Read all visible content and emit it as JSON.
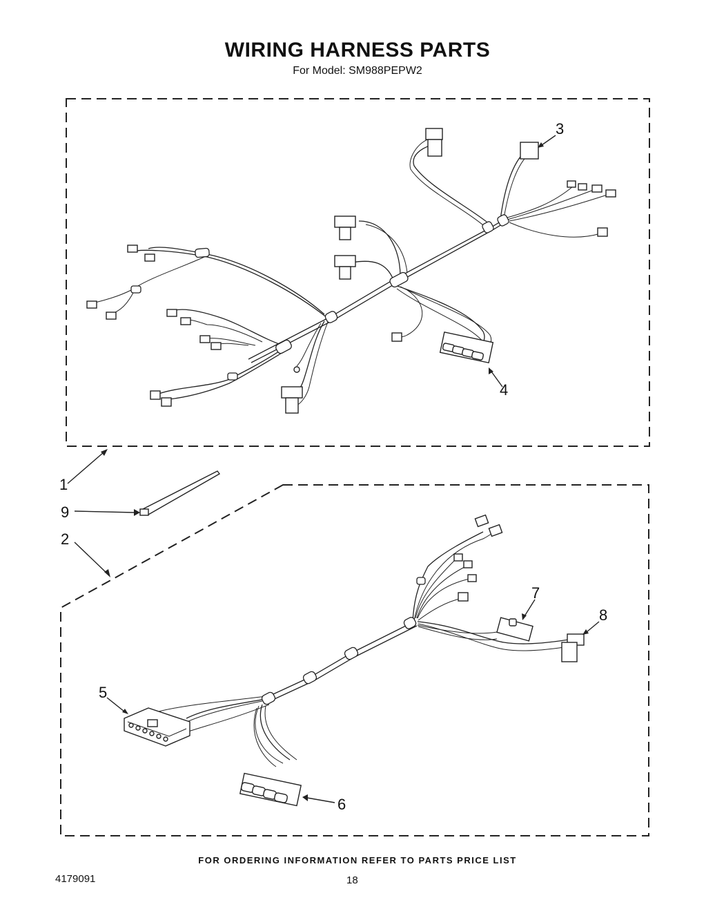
{
  "title": "WIRING HARNESS PARTS",
  "subtitle": "For Model: SM988PEPW2",
  "footer_note": "FOR ORDERING INFORMATION REFER TO PARTS PRICE LIST",
  "doc_number": "4179091",
  "page_number": "18",
  "callouts": [
    "1",
    "2",
    "3",
    "4",
    "5",
    "6",
    "7",
    "8",
    "9"
  ]
}
